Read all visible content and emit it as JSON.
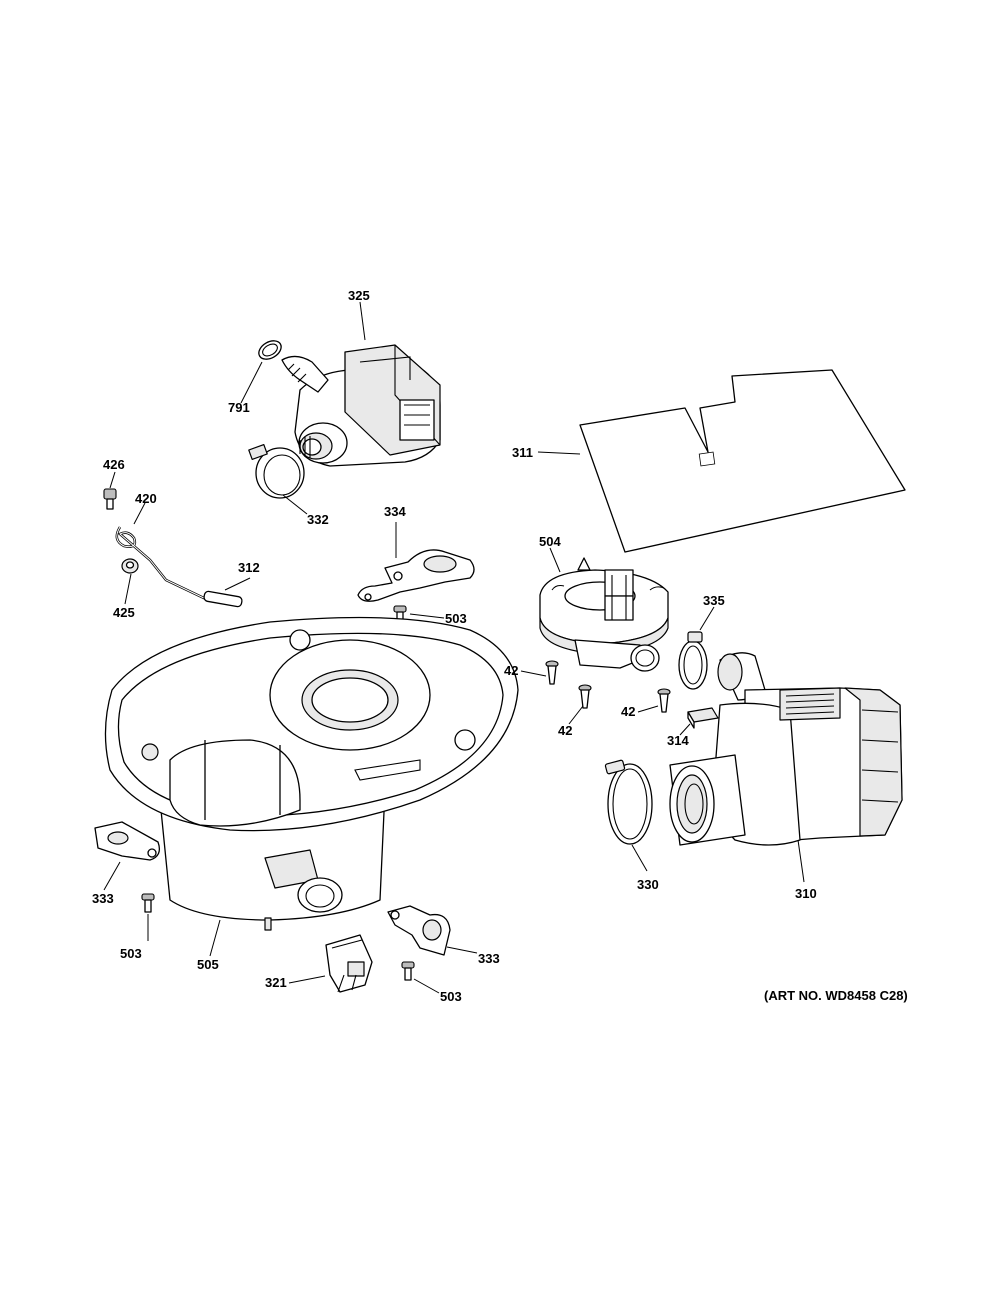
{
  "callouts": [
    {
      "id": "c325",
      "text": "325"
    },
    {
      "id": "c791",
      "text": "791"
    },
    {
      "id": "c332",
      "text": "332"
    },
    {
      "id": "c311",
      "text": "311"
    },
    {
      "id": "c426",
      "text": "426"
    },
    {
      "id": "c420",
      "text": "420"
    },
    {
      "id": "c425",
      "text": "425"
    },
    {
      "id": "c312",
      "text": "312"
    },
    {
      "id": "c334",
      "text": "334"
    },
    {
      "id": "c503a",
      "text": "503"
    },
    {
      "id": "c504",
      "text": "504"
    },
    {
      "id": "c335",
      "text": "335"
    },
    {
      "id": "c42a",
      "text": "42"
    },
    {
      "id": "c42b",
      "text": "42"
    },
    {
      "id": "c42c",
      "text": "42"
    },
    {
      "id": "c314",
      "text": "314"
    },
    {
      "id": "c333a",
      "text": "333"
    },
    {
      "id": "c503b",
      "text": "503"
    },
    {
      "id": "c505",
      "text": "505"
    },
    {
      "id": "c321",
      "text": "321"
    },
    {
      "id": "c333b",
      "text": "333"
    },
    {
      "id": "c503c",
      "text": "503"
    },
    {
      "id": "c330",
      "text": "330"
    },
    {
      "id": "c310",
      "text": "310"
    }
  ],
  "art_number": "(ART NO. WD8458 C28)"
}
